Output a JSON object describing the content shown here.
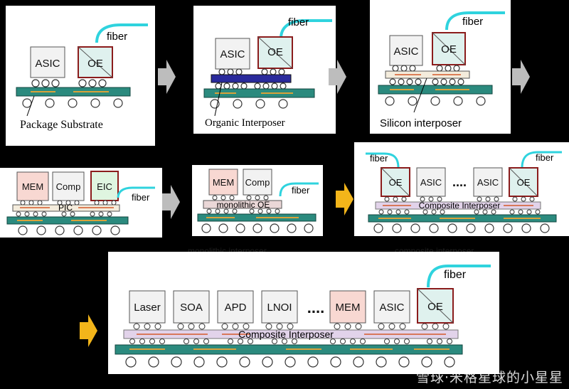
{
  "colors": {
    "substrate": "#2b8a7e",
    "substrate_dark": "#10463f",
    "asic_fill": "#f2f2f2",
    "mem_fill": "#f8d8d2",
    "oe_fill": "#dff1ee",
    "oe_border": "#8b1c1c",
    "fiber": "#2fd3de",
    "organic_interposer": "#2a2a9c",
    "silicon_interposer": "#f4ecdc",
    "composite_interposer": "#e2d3ea",
    "arrow_gray": "#bdbdbd",
    "arrow_gold": "#f3b51a"
  },
  "panels": {
    "p1": {
      "asic": "ASIC",
      "oe": "OE",
      "fiber": "fiber",
      "caption": "Package Substrate"
    },
    "p2": {
      "asic": "ASIC",
      "oe": "OE",
      "fiber": "fiber",
      "caption": "Organic Interposer"
    },
    "p3": {
      "asic": "ASIC",
      "oe": "OE",
      "fiber": "fiber",
      "caption": "Silicon interposer"
    },
    "p4": {
      "mem": "MEM",
      "comp": "Comp",
      "eic": "EIC",
      "fiber": "fiber",
      "interposer": "PIC"
    },
    "p5": {
      "mem": "MEM",
      "comp": "Comp",
      "fiber": "fiber",
      "interposer": "monolithic OE"
    },
    "p6": {
      "oe_left": "OE",
      "asic1": "ASIC",
      "dots": "....",
      "asic2": "ASIC",
      "oe_right": "OE",
      "fiber_left": "fiber",
      "fiber_right": "fiber",
      "interposer": "Composite Interposer"
    },
    "p7": {
      "laser": "Laser",
      "soa": "SOA",
      "apd": "APD",
      "lnoi": "LNOI",
      "dots": "....",
      "mem": "MEM",
      "asic": "ASIC",
      "oe": "OE",
      "fiber": "fiber",
      "interposer": "Composite Interposer"
    }
  },
  "ghost_labels": {
    "left": "monolithic interposer",
    "right": "composite interposer"
  },
  "watermark": "雪球·米格星球的小星星"
}
